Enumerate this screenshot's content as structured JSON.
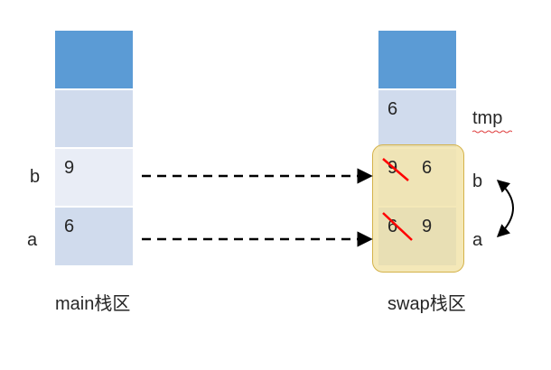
{
  "main_stack": {
    "caption": "main栈区",
    "var_b": {
      "label": "b",
      "value": "9"
    },
    "var_a": {
      "label": "a",
      "value": "6"
    }
  },
  "swap_stack": {
    "caption": "swap栈区",
    "tmp": {
      "label": "tmp",
      "value": "6"
    },
    "var_b": {
      "label": "b",
      "old_value": "9",
      "new_value": "6"
    },
    "var_a": {
      "label": "a",
      "old_value": "6",
      "new_value": "9"
    }
  },
  "colors": {
    "cell_top": "#5b9bd5",
    "cell_mid": "#d0dbed",
    "cell_light": "#e9edf6",
    "highlight_fill": "#f0e0a0",
    "highlight_border": "#d4b24a",
    "strike": "#ff0000"
  }
}
